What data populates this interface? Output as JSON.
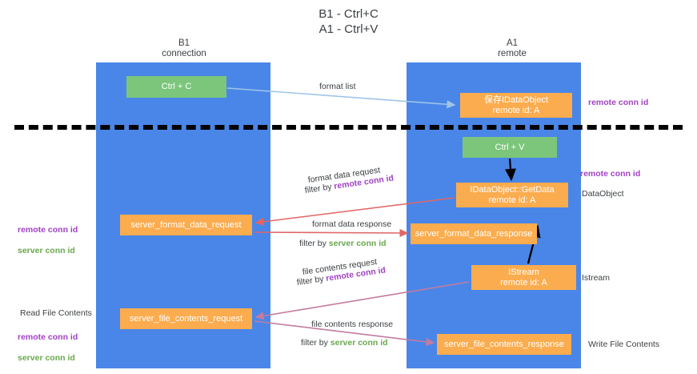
{
  "title": "B1 - Ctrl+C\nA1 - Ctrl+V",
  "columns": {
    "left": {
      "header": "B1\nconnection"
    },
    "right": {
      "header": "A1\nremote"
    }
  },
  "nodes": {
    "ctrl_c": {
      "label": "Ctrl + C",
      "color": "#7bc67b"
    },
    "ctrl_v": {
      "label": "Ctrl + V",
      "color": "#7bc67b"
    },
    "save_idataobject": {
      "label": "保存IDataObject\nremote id: A",
      "color": "#fbac4e"
    },
    "idataobject_getdata": {
      "label": "IDataObject::GetData\nremote id: A",
      "color": "#fbac4e"
    },
    "istream": {
      "label": "IStream\nremote id: A",
      "color": "#fbac4e"
    },
    "server_format_data_request": {
      "label": "server_format_data_request",
      "color": "#fbac4e"
    },
    "server_format_data_response": {
      "label": "server_format_data_response",
      "color": "#fbac4e"
    },
    "server_file_contents_request": {
      "label": "server_file_contents_request",
      "color": "#fbac4e"
    },
    "server_file_contents_response": {
      "label": "server_file_contents_response",
      "color": "#fbac4e"
    }
  },
  "edge_labels": {
    "format_list": "format list",
    "format_data_request": "format data request",
    "format_data_request_filter_prefix": "filter by ",
    "format_data_request_filter_key": "remote conn id",
    "format_data_response": "format data response",
    "format_data_response_filter_prefix": "filter by ",
    "format_data_response_filter_key": "server conn id",
    "file_contents_request": "file contents request",
    "file_contents_request_filter_prefix": "filter by ",
    "file_contents_request_filter_key": "remote conn id",
    "file_contents_response": "file contents response",
    "file_contents_response_filter_prefix": "filter by ",
    "file_contents_response_filter_key": "server conn id"
  },
  "annotations": {
    "right_remote_conn_id_top": "remote conn id",
    "right_remote_conn_id_mid": "remote conn id",
    "right_dataobject": "DataObject",
    "right_istream": "Istream",
    "right_write_file_contents": "Write File Contents",
    "left_remote_conn_id": "remote conn id",
    "left_server_conn_id": "server conn id",
    "left_read_file_contents": "Read File Contents",
    "left_remote_conn_id_2": "remote conn id",
    "left_server_conn_id_2": "server conn id"
  },
  "colors": {
    "lane": "#4a86e8",
    "green_node": "#7bc67b",
    "orange_node": "#fbac4e",
    "remote_conn_id": "#a142c4",
    "server_conn_id": "#6aa84f",
    "divider": "#000000",
    "edge_blue": "#9fc5e8",
    "edge_red": "#e06666",
    "edge_magenta": "#c27ba0",
    "edge_black": "#000000"
  }
}
